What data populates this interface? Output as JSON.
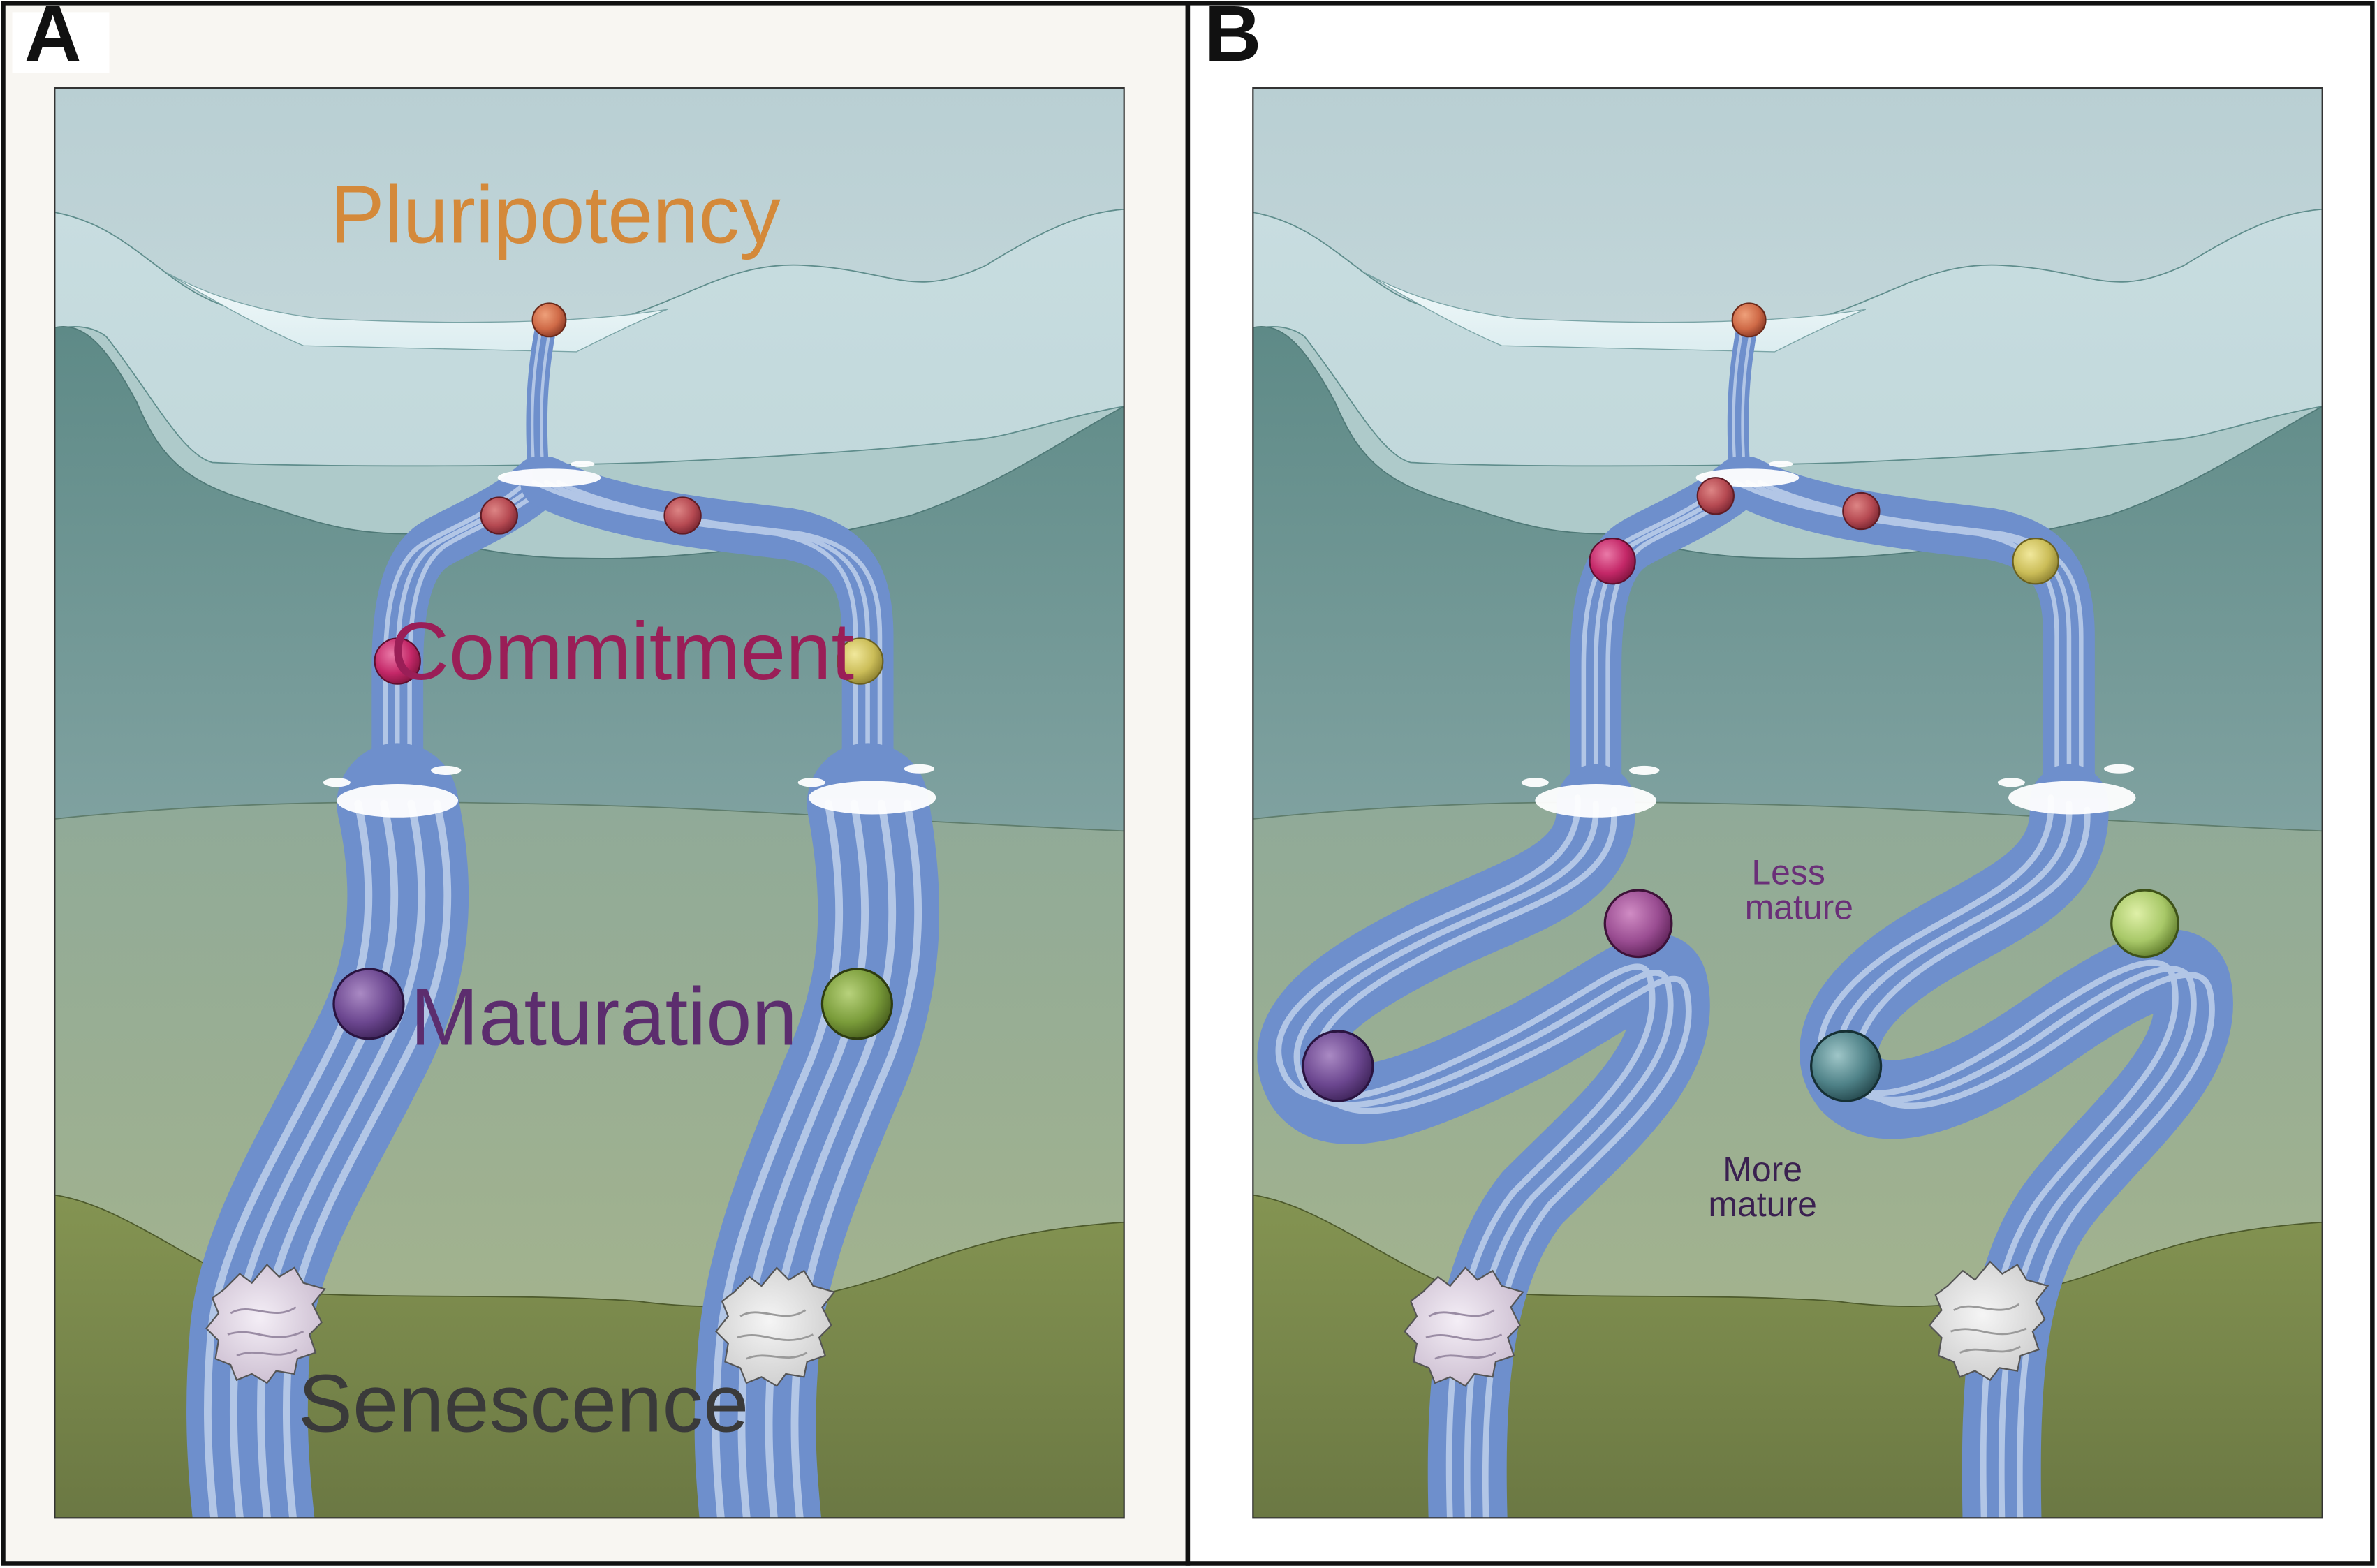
{
  "panels": [
    {
      "letter": "A",
      "labels": {
        "pluripotency": "Pluripotency",
        "commitment": "Commitment",
        "maturation": "Maturation",
        "senescence": "Senescence"
      }
    },
    {
      "letter": "B",
      "labels": {
        "less_mature_1": "Less",
        "less_mature_2": "mature",
        "more_mature_1": "More",
        "more_mature_2": "mature"
      }
    }
  ],
  "colors": {
    "pluripotency_label": "#d4893a",
    "commitment_label": "#9a1e57",
    "maturation_label": "#5c2d6e",
    "senescence_label": "#3a3a3a",
    "less_mature_label": "#6a2f78",
    "more_mature_label": "#3a2050",
    "river": "#6e8fcc",
    "river_stripe": "#b2c6e6",
    "sky_top": "#b9cfd3",
    "sky_bottom": "#eef6f7"
  },
  "icons": {
    "pluripotent_cell": "orange-sphere",
    "progenitor_cell": "red-sphere",
    "committed_cells": [
      "magenta-sphere",
      "yellow-sphere"
    ],
    "mature_cells": [
      "purple-sphere",
      "green-sphere",
      "teal-sphere"
    ],
    "senescent_cell": "wrinkled-gray-cell"
  }
}
